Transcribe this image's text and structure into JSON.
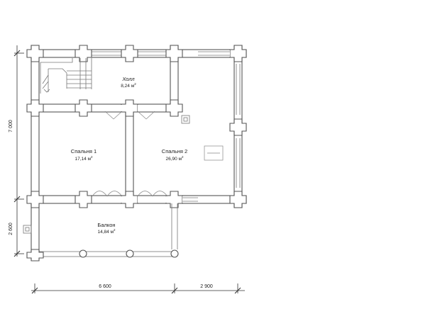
{
  "rooms": [
    {
      "id": "hall",
      "name": "Холл",
      "area": "8,24 м",
      "unit_sup": "2"
    },
    {
      "id": "bedroom1",
      "name": "Спальня 1",
      "area": "17,14 м",
      "unit_sup": "2"
    },
    {
      "id": "bedroom2",
      "name": "Спальня 2",
      "area": "26,90 м",
      "unit_sup": "2"
    },
    {
      "id": "balcony",
      "name": "Балкон",
      "area": "14,84 м",
      "unit_sup": "2"
    }
  ],
  "dimensions": {
    "horizontal": [
      "6 600",
      "2 900"
    ],
    "vertical": [
      "7 000",
      "2 600"
    ]
  }
}
